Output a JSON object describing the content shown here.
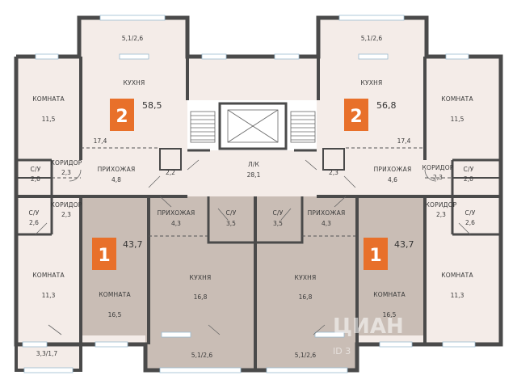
{
  "colors": {
    "wall": "#4a4a4a",
    "room_fill": "#f4ece8",
    "highlight_fill": "#c9bdb5",
    "badge": "#e8702a",
    "window": "#ffffff",
    "window_edge": "#9bbbd0"
  },
  "apartments": [
    {
      "id": "apt-2-left",
      "rooms": "2",
      "area": "58,5"
    },
    {
      "id": "apt-2-right",
      "rooms": "2",
      "area": "56,8"
    },
    {
      "id": "apt-1-left",
      "rooms": "1",
      "area": "43,7"
    },
    {
      "id": "apt-1-right",
      "rooms": "1",
      "area": "43,7"
    }
  ],
  "rooms": {
    "bal_top_left": {
      "label": "",
      "area": "5,1/2,6"
    },
    "bal_top_right": {
      "label": "",
      "area": "5,1/2,6"
    },
    "kitchen_tl": {
      "label": "КУХНЯ",
      "area": "17,4"
    },
    "kitchen_tr": {
      "label": "КУХНЯ",
      "area": "17,4"
    },
    "room_tl": {
      "label": "КОМНАТА",
      "area": "11,5"
    },
    "room_tr": {
      "label": "КОМНАТА",
      "area": "11,5"
    },
    "hall_tl": {
      "label": "ПРИХОЖАЯ",
      "area": "4,8"
    },
    "hall_tr": {
      "label": "ПРИХОЖАЯ",
      "area": "4,6"
    },
    "corr_tl": {
      "label": "КОРИДОР",
      "area": "2,3"
    },
    "corr_tr": {
      "label": "КОРИДОР",
      "area": "2,3"
    },
    "wc_tl": {
      "label": "С/У",
      "area": "2,0"
    },
    "wc_tr": {
      "label": "С/У",
      "area": "2,0"
    },
    "closet_l": {
      "label": "",
      "area": "2,2"
    },
    "closet_r": {
      "label": "",
      "area": "2,3"
    },
    "stair": {
      "label": "Л/К",
      "area": "28,1"
    },
    "wc_ml": {
      "label": "С/У",
      "area": "2,6"
    },
    "wc_mr": {
      "label": "С/У",
      "area": "2,6"
    },
    "corr_ml": {
      "label": "КОРИДОР",
      "area": "2,3"
    },
    "corr_mr": {
      "label": "КОРИДОР",
      "area": "2,3"
    },
    "room_bl": {
      "label": "КОМНАТА",
      "area": "11,3"
    },
    "room_br": {
      "label": "КОМНАТА",
      "area": "11,3"
    },
    "bal_bl": {
      "label": "",
      "area": "3,3/1,7"
    },
    "room_h1l": {
      "label": "КОМНАТА",
      "area": "16,5"
    },
    "room_h1r": {
      "label": "КОМНАТА",
      "area": "16,5"
    },
    "hall_h1l": {
      "label": "ПРИХОЖАЯ",
      "area": "4,3"
    },
    "hall_h1r": {
      "label": "ПРИХОЖАЯ",
      "area": "4,3"
    },
    "wc_h1l": {
      "label": "С/У",
      "area": "3,5"
    },
    "wc_h1r": {
      "label": "С/У",
      "area": "3,5"
    },
    "kitchen_h1l": {
      "label": "КУХНЯ",
      "area": "16,8"
    },
    "kitchen_h1r": {
      "label": "КУХНЯ",
      "area": "16,8"
    },
    "bal_h1l": {
      "label": "",
      "area": "5,1/2,6"
    },
    "bal_h1r": {
      "label": "",
      "area": "5,1/2,6"
    }
  },
  "watermark": {
    "text": "ЦИАН",
    "sub": "ID 3"
  }
}
